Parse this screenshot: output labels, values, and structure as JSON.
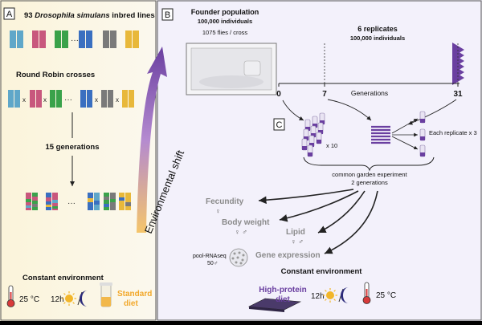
{
  "panel_a": {
    "label": "A",
    "title_num": "93",
    "title_species": "Drosophila simulans",
    "title_rest": "inbred lines",
    "crosses_title": "Round Robin crosses",
    "cross_mark": "x",
    "ellipsis": "···",
    "generations": "15 generations",
    "env_title": "Constant environment",
    "temperature": "25 °C",
    "light": "12h",
    "diet_line1": "Standard",
    "diet_line2": "diet"
  },
  "shift_label": "Environmental shift",
  "panel_b": {
    "label": "B",
    "founder_title": "Founder population",
    "founder_count": "100,000 individuals",
    "founder_per_cross": "1075 flies / cross",
    "replicates_title": "6 replicates",
    "replicates_count": "100,000 individuals",
    "tick_0": "0",
    "tick_7": "7",
    "tick_31": "31",
    "axis_label": "Generations"
  },
  "panel_c": {
    "label": "C",
    "vials_count": "x 10",
    "each_replicate": "Each replicate x 3",
    "garden_line1": "common garden experiment",
    "garden_line2": "2 generations",
    "traits": [
      "Fecundity",
      "Body weight",
      "Lipid",
      "Gene expression"
    ],
    "female_symbol": "♀",
    "male_symbol": "♂",
    "sex_both": "♀ ♂",
    "poolseq_label": "pool-RNAseq",
    "poolseq_count": "50",
    "env_title": "Constant environment",
    "diet_line1": "High-protein",
    "diet_line2": "diet",
    "light": "12h",
    "temperature": "25 °C"
  },
  "colors": {
    "panel_a_bg": "#fbf6e2",
    "panel_b_bg": "#f3f1fb",
    "purple": "#6a3fa0",
    "orange": "#f2a82a",
    "blue": "#3a6fc0",
    "green": "#3aa24a",
    "pink": "#c8577d",
    "grey": "#7a7a7a",
    "yellow": "#e8b83a"
  }
}
